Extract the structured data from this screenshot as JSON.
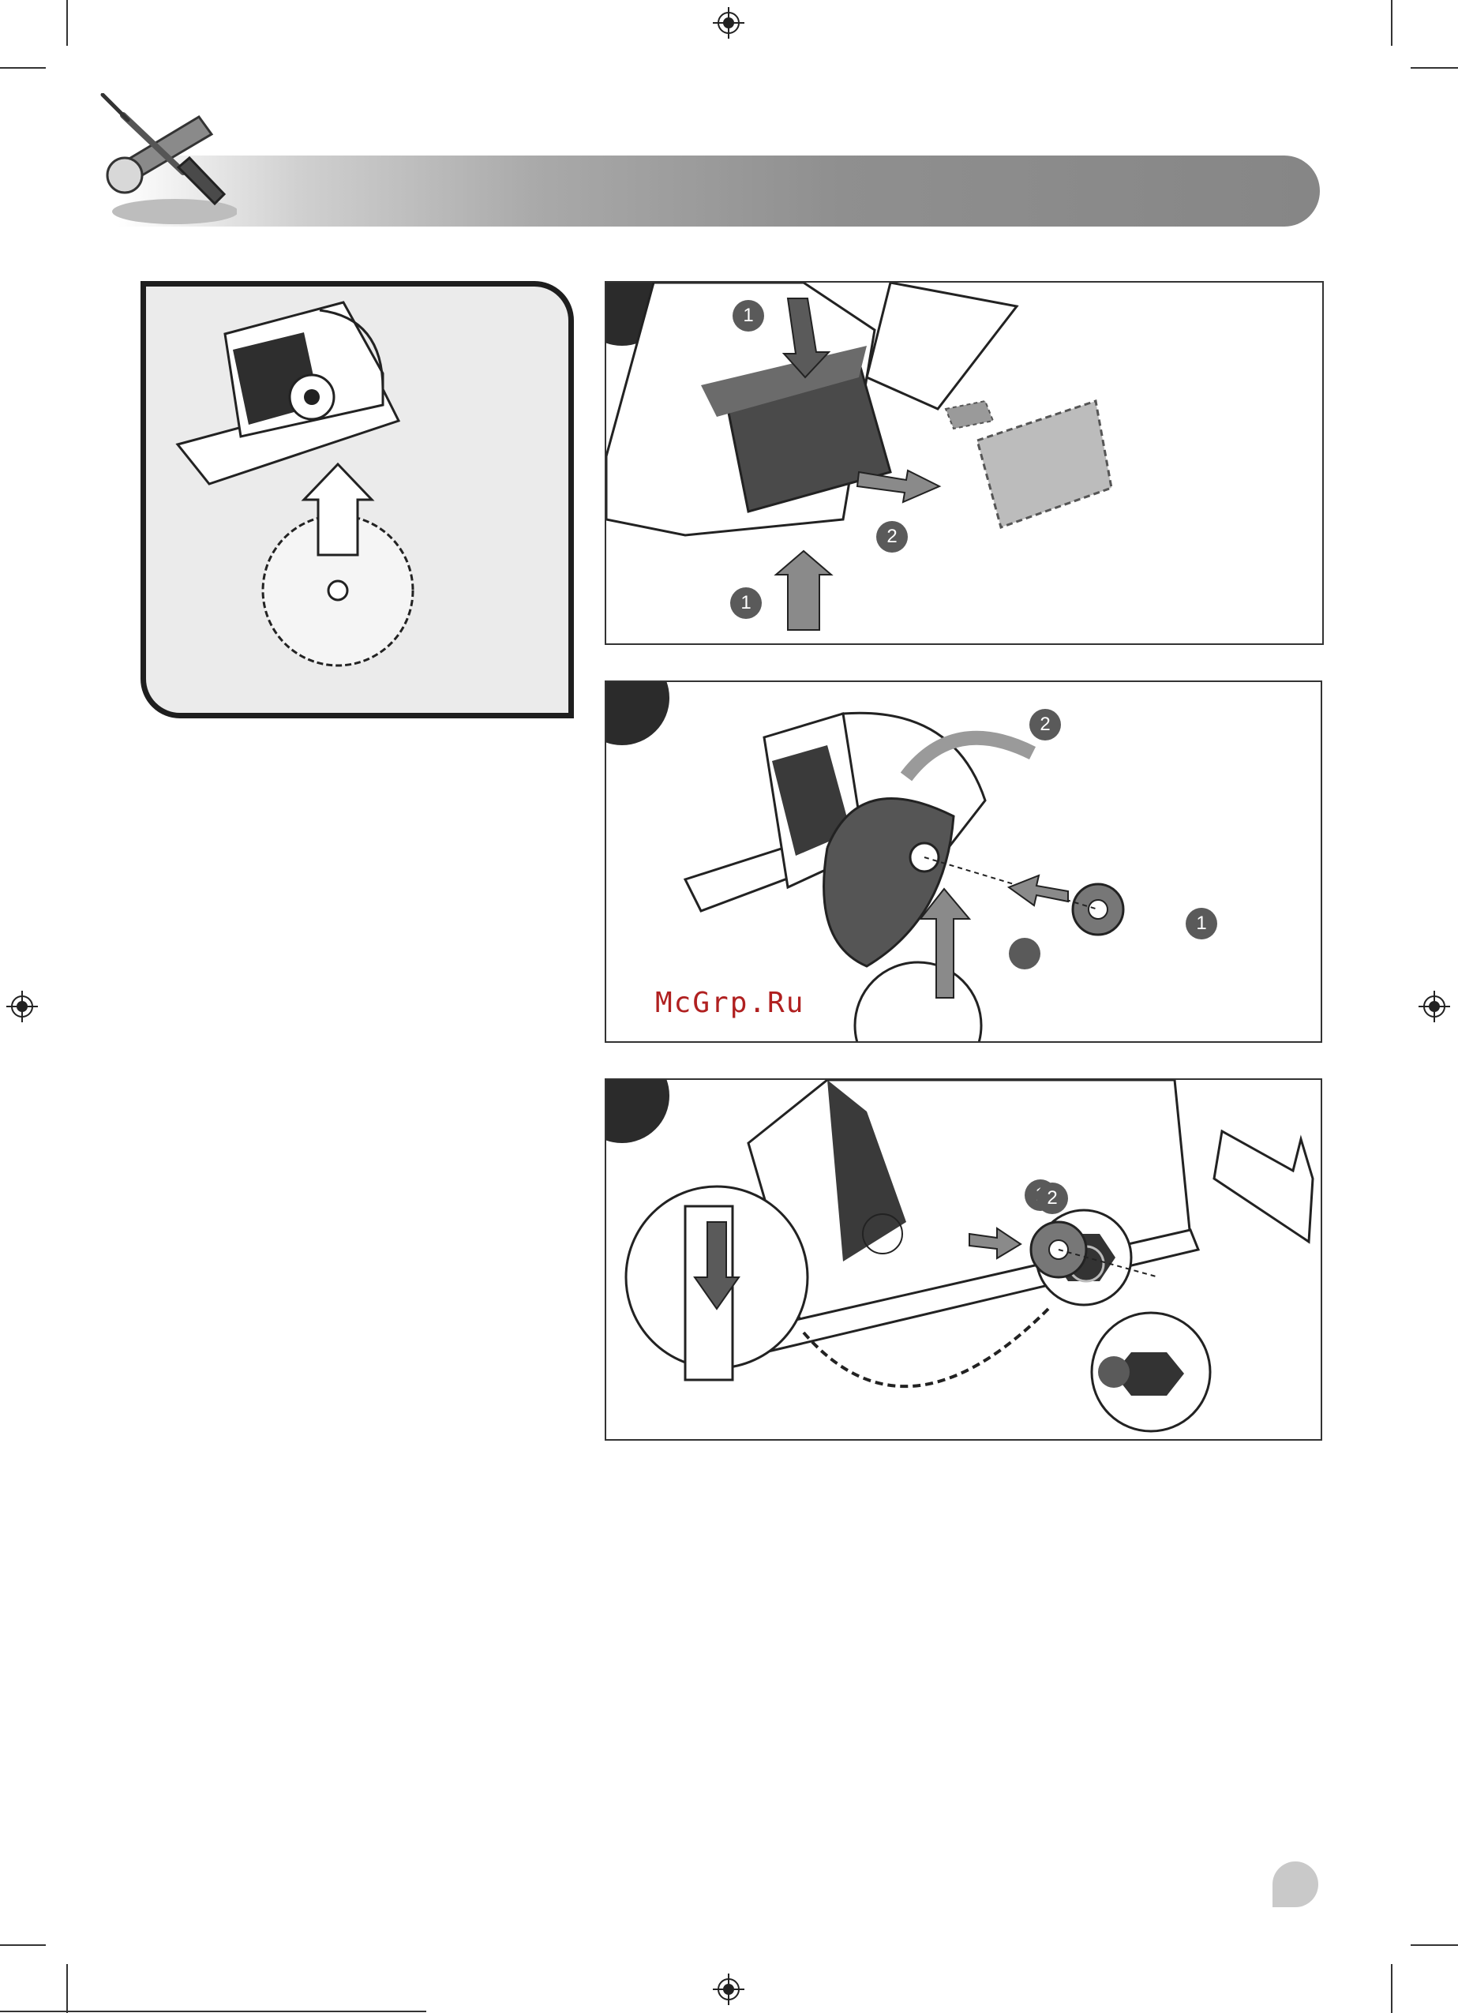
{
  "watermark": {
    "text": "McGrp.Ru"
  },
  "panel_b": {
    "labels": [
      {
        "id": "b1_top",
        "text": "1"
      },
      {
        "id": "b2",
        "text": "2"
      },
      {
        "id": "b1_bottom",
        "text": "1"
      }
    ]
  },
  "panel_c": {
    "labels": [
      {
        "id": "c2",
        "text": "2"
      },
      {
        "id": "c1",
        "text": "1"
      }
    ]
  },
  "panel_d": {
    "labels": [
      {
        "id": "d1",
        "text": "1"
      },
      {
        "id": "d2",
        "text": "2"
      }
    ]
  },
  "colors": {
    "header_dark": "#868686",
    "step_badge": "#5a5a5a",
    "watermark": "#b02020"
  }
}
